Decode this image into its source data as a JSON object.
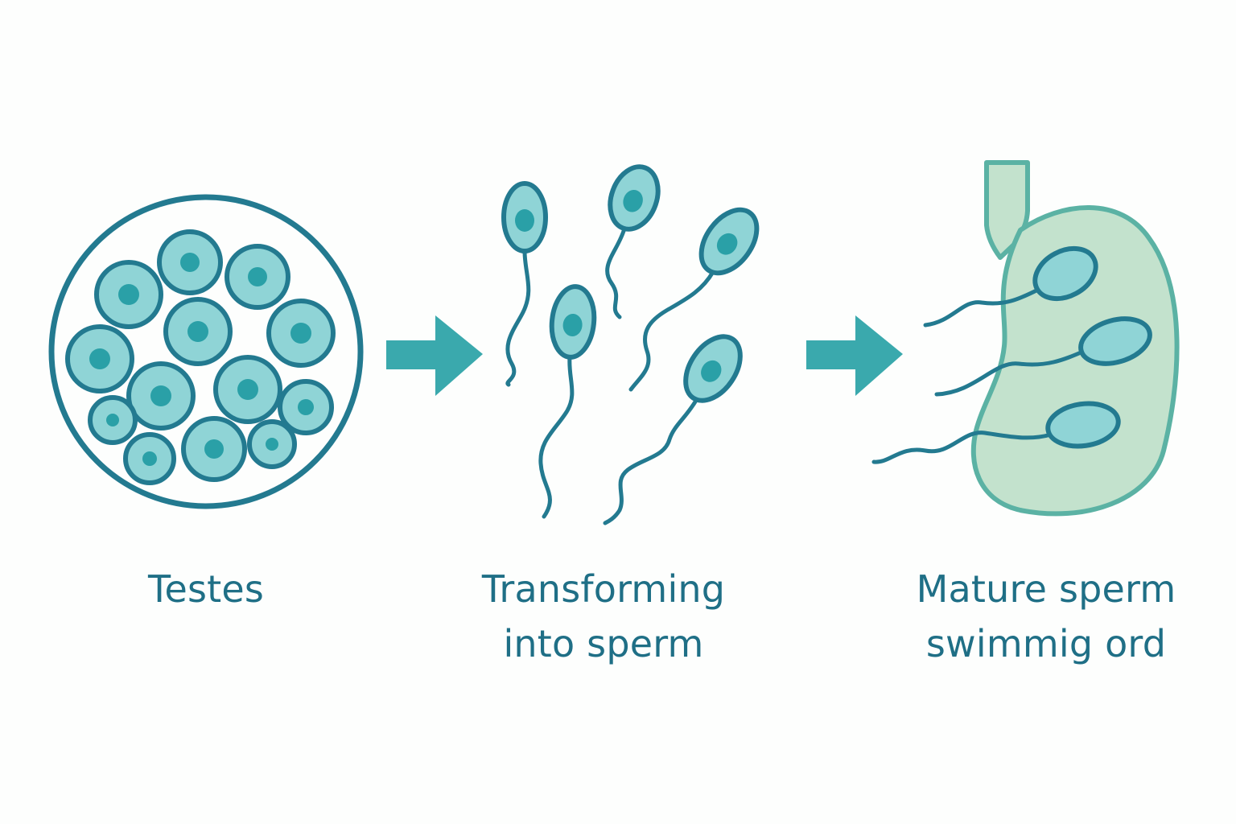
{
  "colors": {
    "stroke": "#237a90",
    "cell_fill": "#8fd4d6",
    "nucleus": "#2aa0a7",
    "arrow": "#3aa9ad",
    "organ_fill": "#c3e2cd",
    "organ_stroke": "#5bb2a4",
    "text": "#1f6f86",
    "background": "#fdfefd"
  },
  "stages": [
    {
      "id": "testes",
      "lines": [
        "Testes"
      ],
      "icon": "testes-cells-icon"
    },
    {
      "id": "transforming",
      "lines": [
        "Transforming",
        "into sperm"
      ],
      "icon": "sperm-cells-icon"
    },
    {
      "id": "mature",
      "lines": [
        "Mature sperm",
        "swimmig ord"
      ],
      "icon": "epididymis-organ-icon"
    }
  ],
  "arrows": [
    {
      "from": "testes",
      "to": "transforming",
      "icon": "right-arrow-icon"
    },
    {
      "from": "transforming",
      "to": "mature",
      "icon": "right-arrow-icon"
    }
  ]
}
